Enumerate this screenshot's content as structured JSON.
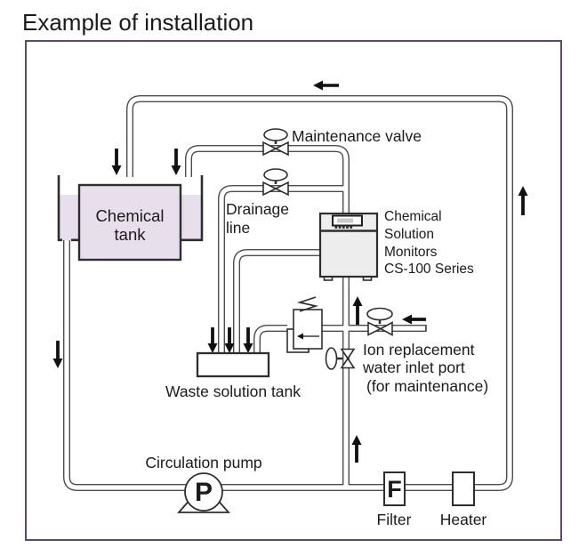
{
  "title": "Example of installation",
  "colors": {
    "border": "#5a4a6b",
    "pipe_edge": "#4d4d4d",
    "tank_fill": "#e8dfec",
    "monitor_fill": "#ededed",
    "arrow": "#111111",
    "text": "#1b1b1b"
  },
  "labels": {
    "maintenance_valve": "Maintenance valve",
    "drainage_line1": "Drainage",
    "drainage_line2": "line",
    "chemical_tank_line1": "Chemical",
    "chemical_tank_line2": "tank",
    "monitor_line1": "Chemical",
    "monitor_line2": "Solution",
    "monitor_line3": "Monitors",
    "monitor_line4": "CS-100 Series",
    "waste_tank": "Waste solution tank",
    "ion_port_line1": "Ion replacement",
    "ion_port_line2": "water inlet port",
    "ion_port_line3": "(for maintenance)",
    "circulation_pump": "Circulation pump",
    "pump_symbol": "P",
    "filter_symbol": "F",
    "filter": "Filter",
    "heater": "Heater"
  }
}
